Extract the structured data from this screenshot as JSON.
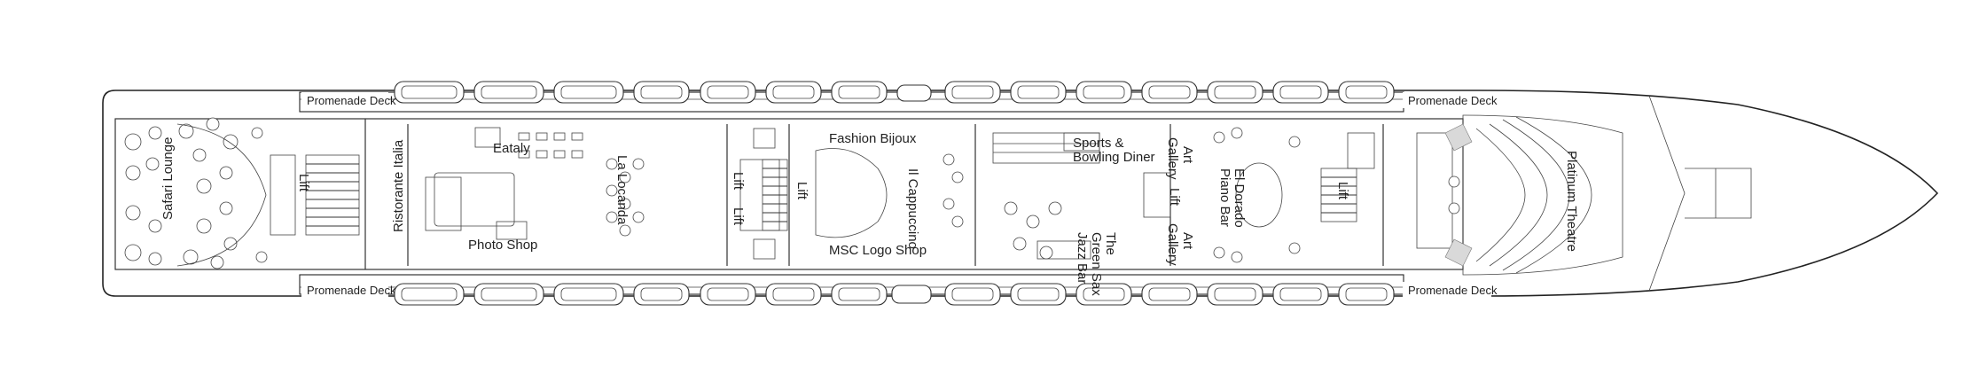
{
  "deck_labels": {
    "promenade_top_left": "Promenade Deck",
    "promenade_bottom_left": "Promenade Deck",
    "promenade_top_right": "Promenade Deck",
    "promenade_bottom_right": "Promenade Deck"
  },
  "venues": {
    "safari_lounge": "Safari Lounge",
    "ristorante_italia": "Ristorante Italia",
    "eataly": "Eataly",
    "la_locanda": "La Locanda",
    "photo_shop": "Photo Shop",
    "fashion_bijoux": "Fashion Bijoux",
    "il_cappuccino": "Il Cappuccino",
    "msc_logo_shop": "MSC Logo Shop",
    "sports_bowling_line1": "Sports &",
    "sports_bowling_line2": "Bowling Diner",
    "green_sax_line1": "The",
    "green_sax_line2": "Green Sax",
    "green_sax_line3": "Jazz Bar",
    "art_gallery_top_line1": "Art",
    "art_gallery_top_line2": "Gallery",
    "art_gallery_bottom_line1": "Art",
    "art_gallery_bottom_line2": "Gallery",
    "el_dorado_line1": "El Dorado",
    "el_dorado_line2": "Piano Bar",
    "platinum_theatre": "Platinum Theatre"
  },
  "lifts": [
    "Lift",
    "Lift",
    "Lift",
    "Lift",
    "Lift",
    "Lift"
  ]
}
